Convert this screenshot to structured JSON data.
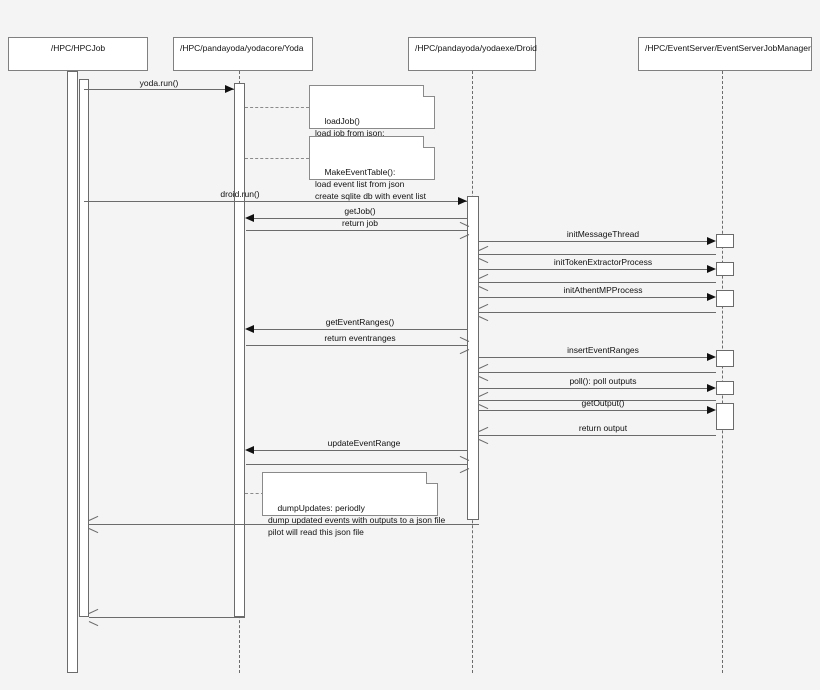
{
  "diagram": {
    "title": "Yoda / Droid HPC job sequence diagram",
    "type": "uml-sequence-diagram",
    "background_color": "#f4f4f4",
    "line_color": "#6b6b6b"
  },
  "lifelines": [
    {
      "id": "hpcjob",
      "label": "/HPC/HPCJob"
    },
    {
      "id": "yoda",
      "label": "/HPC/pandayoda/yodacore/Yoda"
    },
    {
      "id": "droid",
      "label": "/HPC/pandayoda/yodaexe/Droid"
    },
    {
      "id": "eventserver",
      "label": "/HPC/EventServer/EventServerJobManager"
    }
  ],
  "messages": [
    {
      "id": "m1",
      "label": "yoda.run()",
      "from": "hpcjob",
      "to": "yoda",
      "kind": "call"
    },
    {
      "id": "m2",
      "label": "droid.run()",
      "from": "hpcjob",
      "to": "droid",
      "kind": "call"
    },
    {
      "id": "m3",
      "label": "getJob()",
      "from": "droid",
      "to": "yoda",
      "kind": "call"
    },
    {
      "id": "m4",
      "label": "return job",
      "from": "yoda",
      "to": "droid",
      "kind": "return"
    },
    {
      "id": "m5",
      "label": "initMessageThread",
      "from": "droid",
      "to": "eventserver",
      "kind": "call"
    },
    {
      "id": "m6",
      "label": "",
      "from": "eventserver",
      "to": "droid",
      "kind": "return"
    },
    {
      "id": "m7",
      "label": "initTokenExtractorProcess",
      "from": "droid",
      "to": "eventserver",
      "kind": "call"
    },
    {
      "id": "m8",
      "label": "",
      "from": "eventserver",
      "to": "droid",
      "kind": "return"
    },
    {
      "id": "m9",
      "label": "initAthentMPProcess",
      "from": "droid",
      "to": "eventserver",
      "kind": "call"
    },
    {
      "id": "m10",
      "label": "",
      "from": "eventserver",
      "to": "droid",
      "kind": "return"
    },
    {
      "id": "m11",
      "label": "getEventRanges()",
      "from": "droid",
      "to": "yoda",
      "kind": "call"
    },
    {
      "id": "m12",
      "label": "return eventranges",
      "from": "yoda",
      "to": "droid",
      "kind": "return"
    },
    {
      "id": "m13",
      "label": "insertEventRanges",
      "from": "droid",
      "to": "eventserver",
      "kind": "call"
    },
    {
      "id": "m14",
      "label": "",
      "from": "eventserver",
      "to": "droid",
      "kind": "return"
    },
    {
      "id": "m15",
      "label": "poll(): poll outputs",
      "from": "droid",
      "to": "eventserver",
      "kind": "call"
    },
    {
      "id": "m16",
      "label": "",
      "from": "eventserver",
      "to": "droid",
      "kind": "return"
    },
    {
      "id": "m17",
      "label": "getOutput()",
      "from": "droid",
      "to": "eventserver",
      "kind": "call"
    },
    {
      "id": "m18",
      "label": "return output",
      "from": "eventserver",
      "to": "droid",
      "kind": "return"
    },
    {
      "id": "m19",
      "label": "updateEventRange",
      "from": "droid",
      "to": "yoda",
      "kind": "call"
    },
    {
      "id": "m20",
      "label": "",
      "from": "yoda",
      "to": "droid",
      "kind": "return"
    },
    {
      "id": "m21",
      "label": "",
      "from": "droid",
      "to": "hpcjob",
      "kind": "return"
    },
    {
      "id": "m22",
      "label": "",
      "from": "yoda",
      "to": "hpcjob",
      "kind": "return"
    }
  ],
  "notes": [
    {
      "id": "note-loadjob",
      "attached_to": "yoda",
      "text": "loadJob()\nload job from json:"
    },
    {
      "id": "note-makeeventtable",
      "attached_to": "yoda",
      "text": "MakeEventTable():\nload event list from json\ncreate sqlite db with event list"
    },
    {
      "id": "note-dumpupdates",
      "attached_to": "yoda",
      "text": "dumpUpdates: periodly\ndump updated events with outputs to a json file\npilot will read this json file"
    }
  ]
}
